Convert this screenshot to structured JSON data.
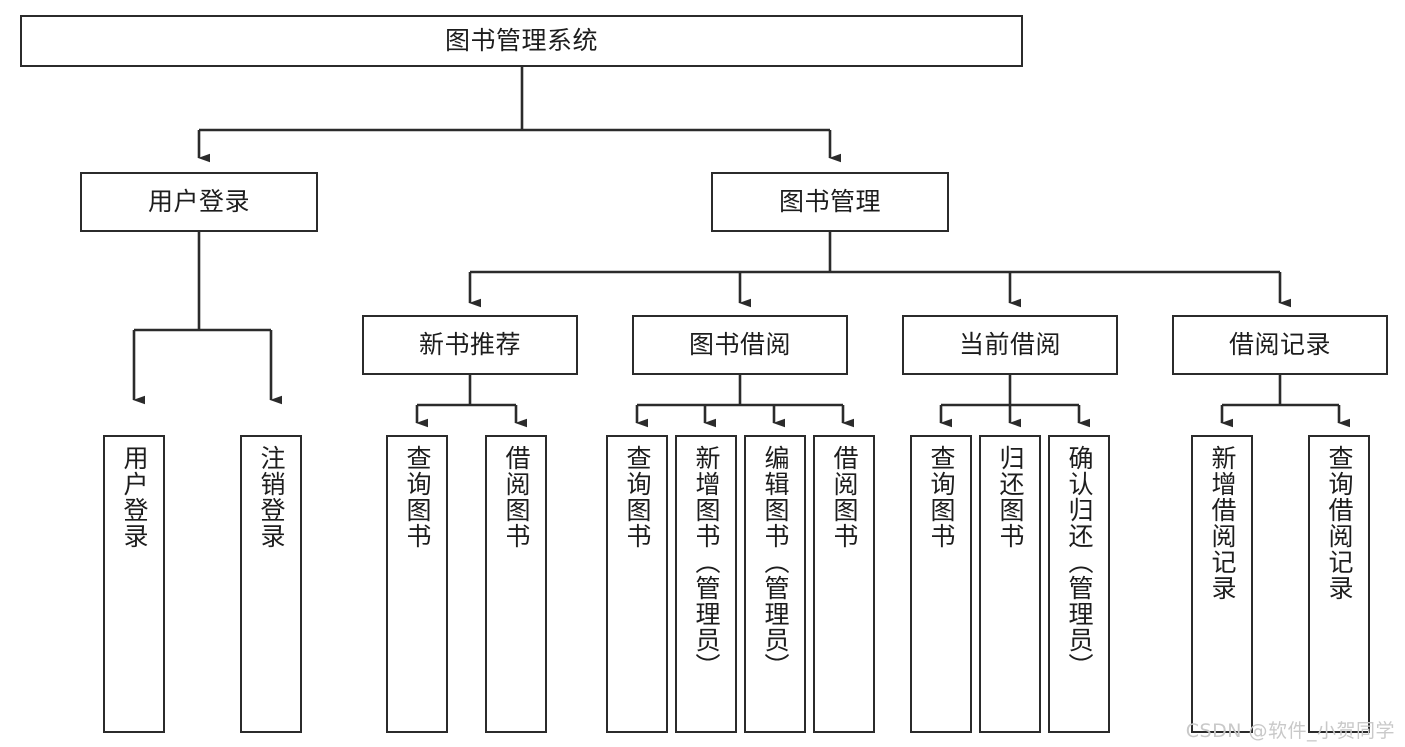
{
  "diagram": {
    "title": "图书管理系统",
    "type": "tree-hierarchy-diagram",
    "watermark": "CSDN @软件_小贺同学",
    "colors": {
      "stroke": "#2b2b2b",
      "fill": "#ffffff",
      "text": "#1d1d1d",
      "watermark": "#c9c9c9"
    },
    "nodes": {
      "root": {
        "label": "图书管理系统"
      },
      "level2": [
        {
          "id": "user-login",
          "label": "用户登录"
        },
        {
          "id": "book-management",
          "label": "图书管理"
        }
      ],
      "level3": [
        {
          "id": "new-book-recommend",
          "label": "新书推荐"
        },
        {
          "id": "book-borrow",
          "label": "图书借阅"
        },
        {
          "id": "current-borrow",
          "label": "当前借阅"
        },
        {
          "id": "borrow-record",
          "label": "借阅记录"
        }
      ],
      "leaves": {
        "user-login": [
          {
            "id": "leaf-user-login",
            "label": "用户登录"
          },
          {
            "id": "leaf-logout-login",
            "label": "注销登录"
          }
        ],
        "new-book-recommend": [
          {
            "id": "leaf-query-book-1",
            "label": "查询图书"
          },
          {
            "id": "leaf-borrow-book-1",
            "label": "借阅图书"
          }
        ],
        "book-borrow": [
          {
            "id": "leaf-query-book-2",
            "label": "查询图书"
          },
          {
            "id": "leaf-add-book-admin",
            "label": "新增图书（管理员）"
          },
          {
            "id": "leaf-edit-book-admin",
            "label": "编辑图书（管理员）"
          },
          {
            "id": "leaf-borrow-book-2",
            "label": "借阅图书"
          }
        ],
        "current-borrow": [
          {
            "id": "leaf-query-book-3",
            "label": "查询图书"
          },
          {
            "id": "leaf-return-book",
            "label": "归还图书"
          },
          {
            "id": "leaf-confirm-return-admin",
            "label": "确认归还（管理员）"
          }
        ],
        "borrow-record": [
          {
            "id": "leaf-add-borrow-record",
            "label": "新增借阅记录"
          },
          {
            "id": "leaf-query-borrow-record",
            "label": "查询借阅记录"
          }
        ]
      }
    }
  }
}
